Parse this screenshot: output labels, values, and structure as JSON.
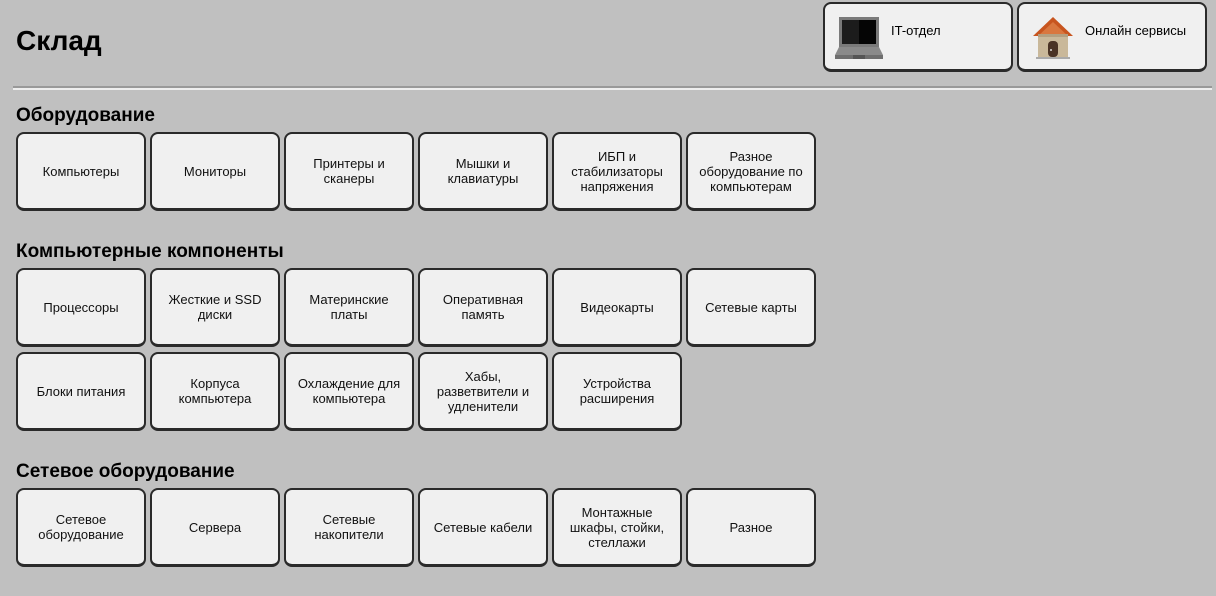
{
  "header": {
    "title": "Склад",
    "buttons": [
      {
        "label": "IT-отдел",
        "icon": "laptop-icon"
      },
      {
        "label": "Онлайн сервисы",
        "icon": "house-icon"
      }
    ]
  },
  "sections": [
    {
      "title": "Оборудование",
      "items": [
        "Компьютеры",
        "Мониторы",
        "Принтеры и сканеры",
        "Мышки и клавиатуры",
        "ИБП и стабилизаторы напряжения",
        "Разное оборудование по компьютерам"
      ]
    },
    {
      "title": "Компьютерные компоненты",
      "items": [
        "Процессоры",
        "Жесткие и SSD диски",
        "Материнские платы",
        "Оперативная память",
        "Видеокарты",
        "Сетевые карты",
        "Блоки питания",
        "Корпуса компьютера",
        "Охлаждение для компьютера",
        "Хабы, разветвители и удленители",
        "Устройства расширения"
      ]
    },
    {
      "title": "Сетевое оборудование",
      "items": [
        "Сетевое оборудование",
        "Сервера",
        "Сетевые накопители",
        "Сетевые кабели",
        "Монтажные шкафы, стойки, стеллажи",
        "Разное"
      ]
    }
  ],
  "colors": {
    "background": "#c0c0c0",
    "tile_background": "#f0f0f0",
    "tile_border": "#2a2a2a",
    "house_roof": "#c8551f",
    "house_wall": "#c9b89a"
  }
}
